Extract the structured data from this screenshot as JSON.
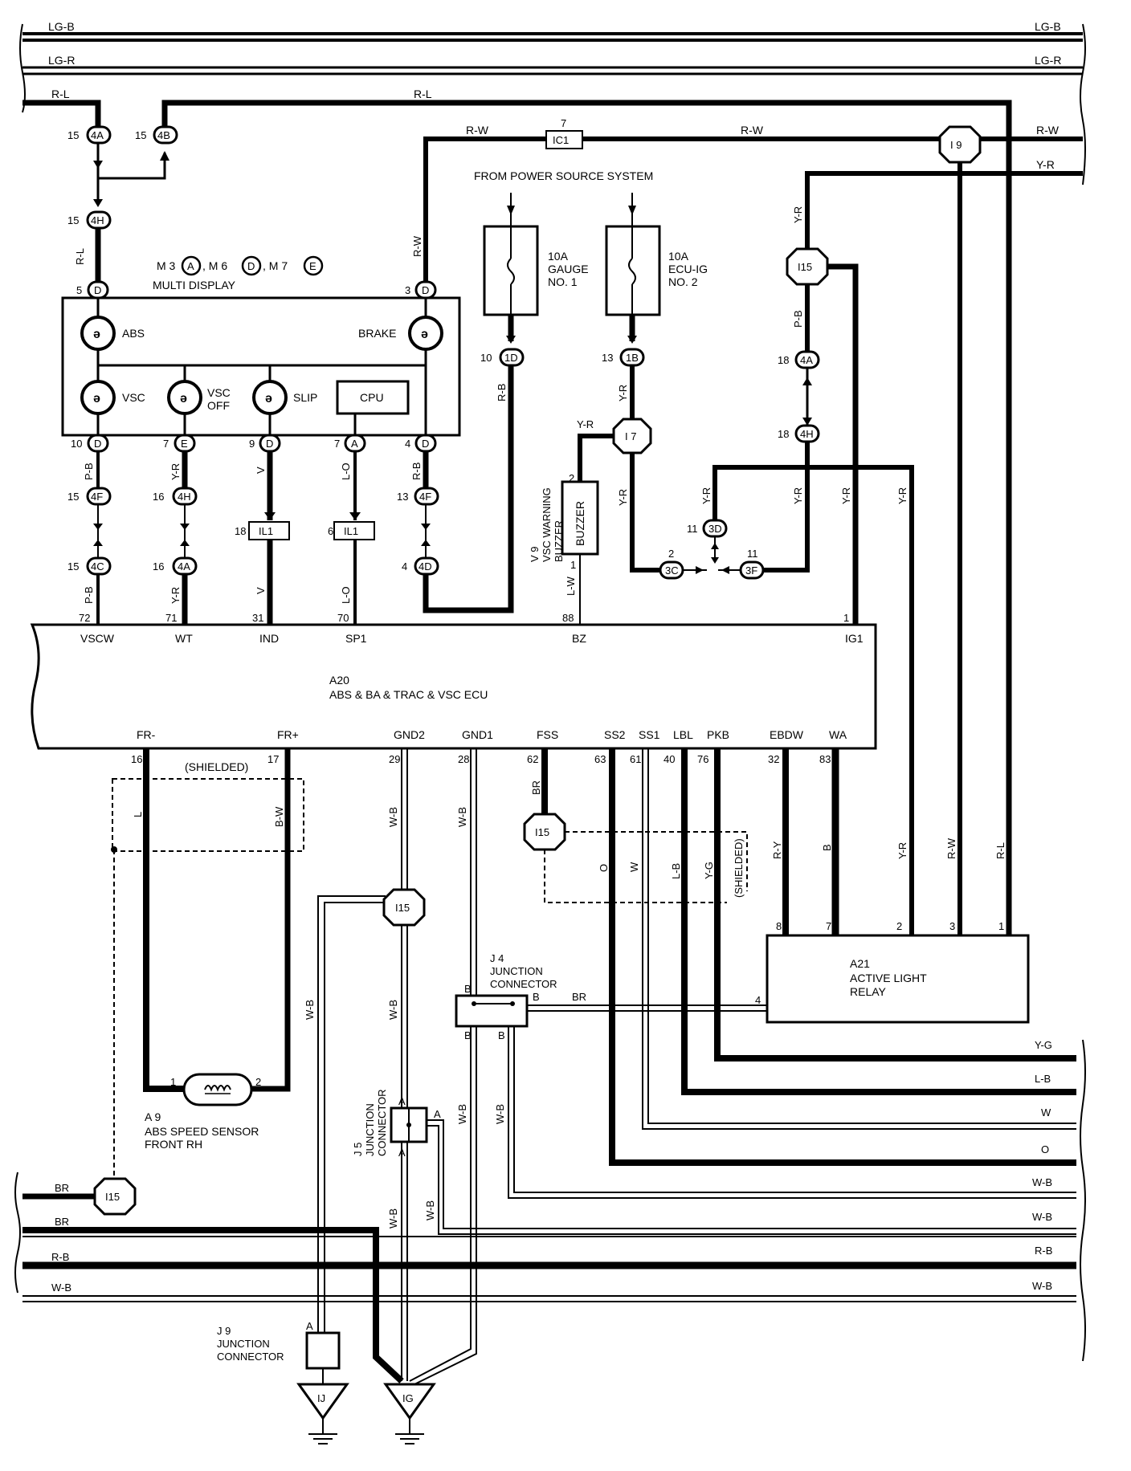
{
  "wires": {
    "bus_top": [
      "LG-B",
      "LG-R",
      "R-L",
      "R-W",
      "Y-R"
    ],
    "bus_right": [
      "Y-G",
      "L-B",
      "W",
      "O",
      "W-B",
      "W-B",
      "R-B",
      "W-B"
    ],
    "bus_left": [
      "BR",
      "BR",
      "R-B",
      "W-B"
    ],
    "vertical": [
      "R-L",
      "R-W",
      "R-B",
      "Y-R",
      "Y-R",
      "Y-R",
      "Y-R",
      "Y-R",
      "Y-R",
      "Y-R",
      "P-B",
      "Y-R",
      "V",
      "L-O",
      "R-B",
      "P-B",
      "Y-R",
      "V",
      "L-O",
      "L-W",
      "L",
      "B-W",
      "W-B",
      "W-B",
      "W-B",
      "W-B",
      "W-B",
      "W-B",
      "W-B",
      "BR",
      "O",
      "W",
      "L-B",
      "Y-G",
      "R-Y",
      "B",
      "Y-R",
      "R-W",
      "R-L",
      "W-B"
    ]
  },
  "connectors": {
    "c4A_15": "4A",
    "c4B_15": "4B",
    "c4H_15": "4H",
    "c1D": "1D",
    "c1B": "1B",
    "c4A_18": "4A",
    "c4H_18": "4H",
    "c4F_15": "4F",
    "c4H_16": "4H",
    "c4F_13": "4F",
    "c4C": "4C",
    "c4A_16": "4A",
    "c4D_4": "4D",
    "c3D": "3D",
    "c3C": "3C",
    "c3F": "3F",
    "IC1": "IC1",
    "IL1a": "IL1",
    "IL1b": "IL1",
    "I9": "I 9",
    "I15a": "I15",
    "I7": "I 7",
    "I15b": "I15",
    "I15c": "I15",
    "I15d": "I15",
    "IJ": "IJ",
    "IG": "IG"
  },
  "pins": {
    "p15a": "15",
    "p15b": "15",
    "p15c": "15",
    "p5": "5",
    "p3": "3",
    "p7": "7",
    "p10a": "10",
    "p13a": "13",
    "p18a": "18",
    "p18b": "18",
    "p10b": "10",
    "p7b": "7",
    "p9": "9",
    "p7c": "7",
    "p4": "4",
    "p15d": "15",
    "p16a": "16",
    "p18c": "18",
    "p6": "6",
    "p13b": "13",
    "p2": "2",
    "p15e": "15",
    "p16b": "16",
    "p4b": "4",
    "p11a": "11",
    "p2b": "2",
    "p11b": "11",
    "p72": "72",
    "p71": "71",
    "p31": "31",
    "p70": "70",
    "p88": "88",
    "p1": "1",
    "p16": "16",
    "p17": "17",
    "p29": "29",
    "p28": "28",
    "p62": "62",
    "p63": "63",
    "p61": "61",
    "p40": "40",
    "p76": "76",
    "p32": "32",
    "p83": "83",
    "p8": "8",
    "p7r": "7",
    "p2r": "2",
    "p3r": "3",
    "p1r": "1",
    "p4r": "4",
    "sp1": "1",
    "sp2": "2"
  },
  "power_source": "FROM POWER SOURCE SYSTEM",
  "fuse1": {
    "amp": "10A",
    "line1": "GAUGE",
    "line2": "NO. 1"
  },
  "fuse2": {
    "amp": "10A",
    "line1": "ECU-IG",
    "line2": "NO. 2"
  },
  "multi_display": {
    "header": "M 3",
    "conn_a": "A",
    "conn_d": "D",
    "conn_e": "E",
    "m6": ", M 6",
    "m7": ", M 7",
    "title": "MULTI DISPLAY",
    "abs": "ABS",
    "brake": "BRAKE",
    "vsc": "VSC",
    "vsc_off_1": "VSC",
    "vsc_off_2": "OFF",
    "slip": "SLIP",
    "cpu": "CPU",
    "pin_d": "D",
    "pin_e": "E",
    "pin_a": "A"
  },
  "buzzer": {
    "label": "BUZZER",
    "name1": "V 9",
    "name2": "VSC WARNING",
    "name3": "BUZZER"
  },
  "ecu": {
    "id": "A20",
    "name": "ABS & BA & TRAC & VSC ECU",
    "top_terms": [
      "VSCW",
      "WT",
      "IND",
      "SP1",
      "BZ",
      "IG1"
    ],
    "bottom_terms": [
      "FR-",
      "FR+",
      "GND2",
      "GND1",
      "FSS",
      "SS2",
      "SS1",
      "LBL",
      "PKB",
      "EBDW",
      "WA"
    ]
  },
  "shielded": "(SHIELDED)",
  "relay": {
    "id": "A21",
    "line1": "ACTIVE LIGHT",
    "line2": "RELAY"
  },
  "sensor": {
    "id": "A 9",
    "line1": "ABS SPEED SENSOR",
    "line2": "FRONT RH"
  },
  "j4": {
    "id": "J 4",
    "line1": "JUNCTION",
    "line2": "CONNECTOR",
    "b": "B"
  },
  "j5": {
    "id": "J 5",
    "line1": "JUNCTION",
    "line2": "CONNECTOR",
    "a": "A"
  },
  "j9": {
    "id": "J 9",
    "line1": "JUNCTION",
    "line2": "CONNECTOR",
    "a": "A"
  }
}
